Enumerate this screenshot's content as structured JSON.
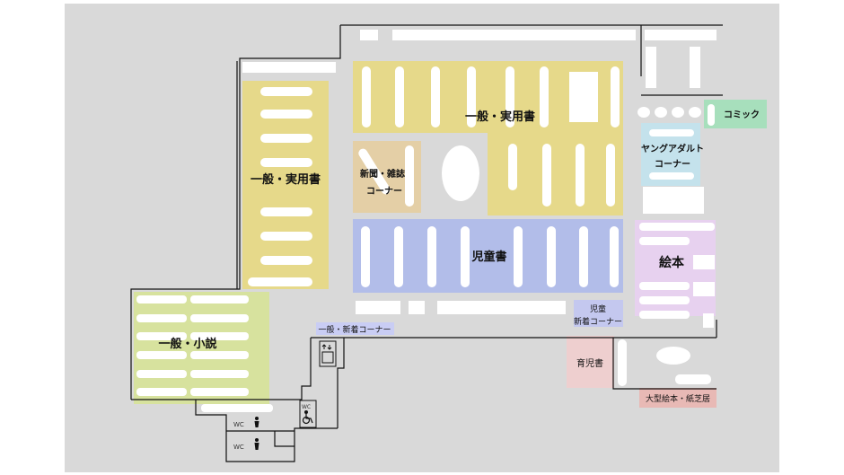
{
  "colors": {
    "background": "#d9d9d9",
    "shelf": "#ffffff",
    "wall": "#111111",
    "general_practical": "#e6d98a",
    "newspaper_magazine": "#e4cfa6",
    "children_books": "#b2bde9",
    "picture_books": "#e7d1ef",
    "general_novels": "#d7e29e",
    "young_adult": "#c4e2ec",
    "comics": "#a7dfbc",
    "parenting": "#eecfcf",
    "large_picture_kamishibai": "#e8b9b5",
    "new_arrivals_children": "#c4c8ef",
    "new_arrivals_general": "#c9cdf4"
  },
  "zones": {
    "general_practical_top": "一般・実用書",
    "general_practical_left": "一般・実用書",
    "newspaper_magazine": [
      "新聞・雑誌",
      "コーナー"
    ],
    "children_books": "児童書",
    "picture_books": "絵本",
    "general_novels": "一般・小説",
    "young_adult": [
      "ヤングアダルト",
      "コーナー"
    ],
    "comics": "コミック",
    "new_arrivals_general": "一般・新着コーナー",
    "new_arrivals_children": [
      "児童",
      "新着コーナー"
    ],
    "parenting": "育児書",
    "large_picture_kamishibai": "大型絵本・紙芝居"
  },
  "facilities": {
    "wc_top": "WC",
    "wc_bottom": "WC",
    "accessible_wc": "WC",
    "icons": [
      "person-icon",
      "person-icon",
      "wheelchair-icon",
      "elevator-icon"
    ]
  }
}
